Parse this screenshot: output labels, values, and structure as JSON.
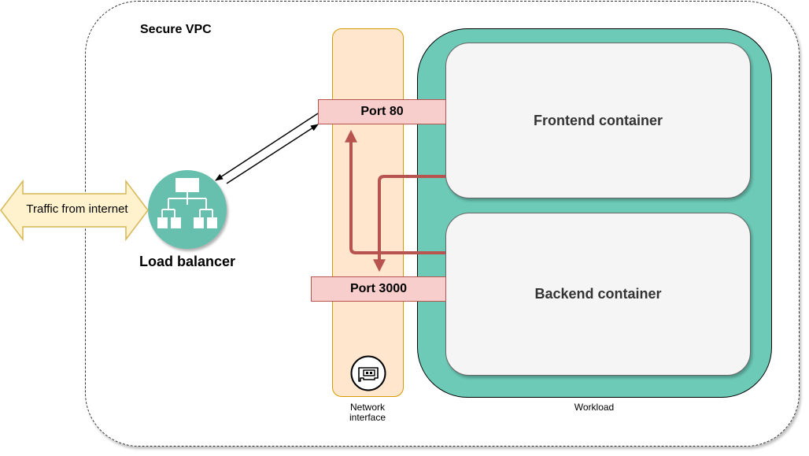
{
  "vpc": {
    "title": "Secure VPC"
  },
  "network_interface": {
    "caption": "Network interface",
    "icon": "network-card-icon"
  },
  "workload": {
    "caption": "Workload",
    "frontend": {
      "label": "Frontend container"
    },
    "backend": {
      "label": "Backend container"
    }
  },
  "ports": {
    "port80": {
      "label": "Port 80"
    },
    "port3000": {
      "label": "Port 3000"
    }
  },
  "load_balancer": {
    "label": "Load balancer",
    "icon": "hierarchy-icon"
  },
  "traffic": {
    "label": "Traffic from internet"
  },
  "colors": {
    "vpc_border": "#333333",
    "nic_fill": "#ffe6cc",
    "nic_border": "#d79b00",
    "workload_fill": "#6ccab7",
    "container_fill": "#f5f5f5",
    "port_fill": "#f8cecc",
    "port_border": "#b85450",
    "flow_arrow": "#b85450",
    "lb_fill": "#67c0ad",
    "traffic_fill": "#fff2cc",
    "traffic_border": "#d6b656"
  }
}
